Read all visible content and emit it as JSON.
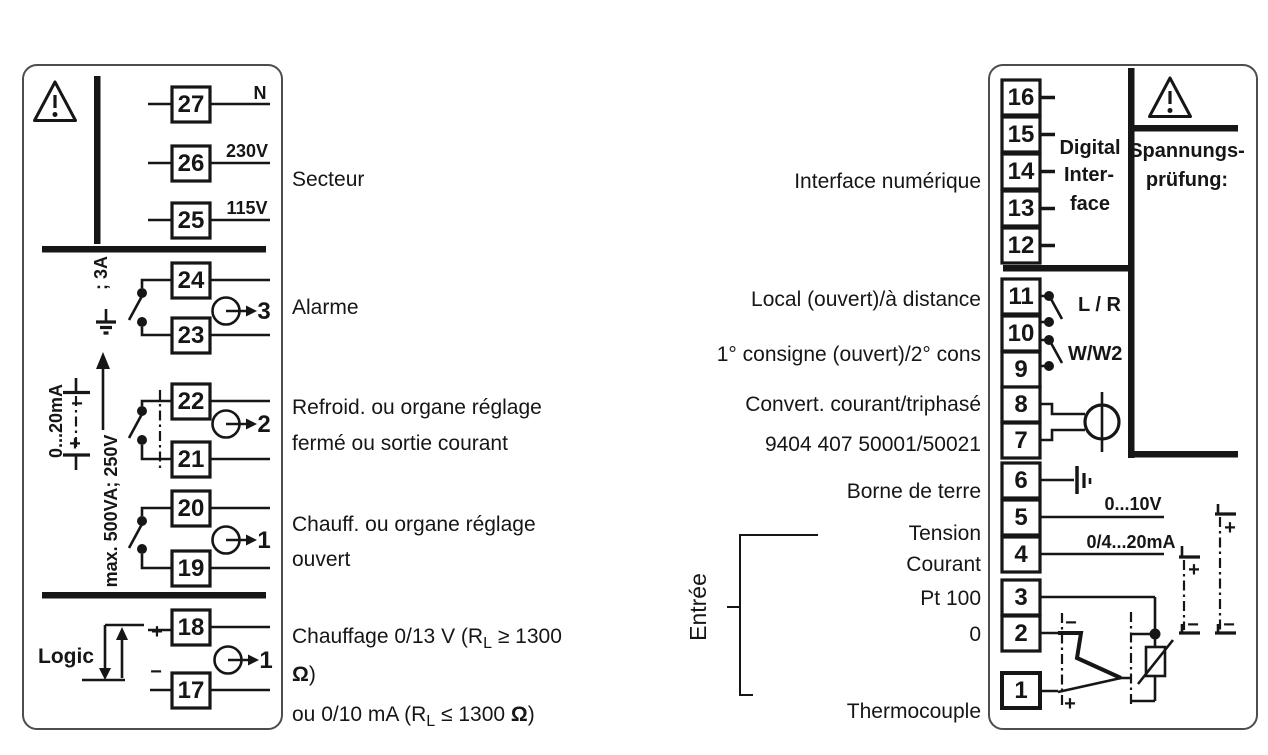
{
  "left_panel": {
    "secteur": {
      "caption": "Secteur",
      "t27": "27",
      "t26": "26",
      "t25": "25",
      "tag_n": "N",
      "tag_230v": "230V",
      "tag_115v": "115V"
    },
    "alarme": {
      "caption": "Alarme",
      "t24": "24",
      "t23": "23",
      "out_no": "3"
    },
    "refroid": {
      "caption_line1": "Refroid. ou organe réglage",
      "caption_line2": "fermé ou sortie courant",
      "t22": "22",
      "t21": "21",
      "out_no": "2"
    },
    "chauff": {
      "caption_line1": "Chauff. ou organe réglage",
      "caption_line2": "ouvert",
      "t20": "20",
      "t19": "19",
      "out_no": "1"
    },
    "logic": {
      "label": "Logic",
      "t18": "18",
      "t17": "17",
      "out_no": "1",
      "plus": "+",
      "minus": "−"
    },
    "chauffage_note": {
      "line1_pre": "Chauffage 0/13 V (R",
      "line1_sub": "L",
      "line1_post": " ≥ 1300",
      "line2_omega": "Ω",
      "line2_close": ")",
      "line3_pre": "ou 0/10 mA (R",
      "line3_sub": "L",
      "line3_mid": " ≤ 1300 ",
      "line3_omega": "Ω",
      "line3_close": ")"
    },
    "side_ratings": {
      "current_output": "0...20mA",
      "src_minus": "−",
      "src_plus": "+",
      "relay_rating": "max. 500VA; 250V",
      "fuse_rating": "; 3A"
    }
  },
  "right_panel": {
    "digital_interface": {
      "t16": "16",
      "t15": "15",
      "t14": "14",
      "t13": "13",
      "t12": "12",
      "label_line1": "Digital",
      "label_line2": "Inter-",
      "label_line3": "face",
      "caption": "Interface numérique"
    },
    "remote_switches": {
      "t11": "11",
      "t10": "10",
      "t9": "9",
      "tag_lr": "L / R",
      "tag_ww2": "W/W2",
      "caption_local": "Local (ouvert)/à distance",
      "caption_consigne": "1° consigne (ouvert)/2° cons"
    },
    "transformer": {
      "t8": "8",
      "t7": "7",
      "caption_line1": "Convert. courant/triphasé",
      "caption_line2": "9404 407 50001/50021"
    },
    "terre": {
      "t6": "6",
      "caption": "Borne de terre"
    },
    "inputs": {
      "t5": "5",
      "tag_voltage": "0...10V",
      "caption_tension": "Tension",
      "t4": "4",
      "tag_current": "0/4...20mA",
      "caption_courant": "Courant",
      "t3": "3",
      "caption_pt100": "Pt 100",
      "t2": "2",
      "caption_zero": "0",
      "t1": "1",
      "caption_thermo": "Thermocouple",
      "group_label": "Entrée",
      "tc_minus": "−",
      "tc_plus": "+",
      "src_i_plus": "+",
      "src_i_minus": "−",
      "src_u_plus": "+",
      "src_u_minus": "−"
    },
    "spannung": {
      "label_line1": "Spannungs-",
      "label_line2": "prüfung:"
    }
  }
}
